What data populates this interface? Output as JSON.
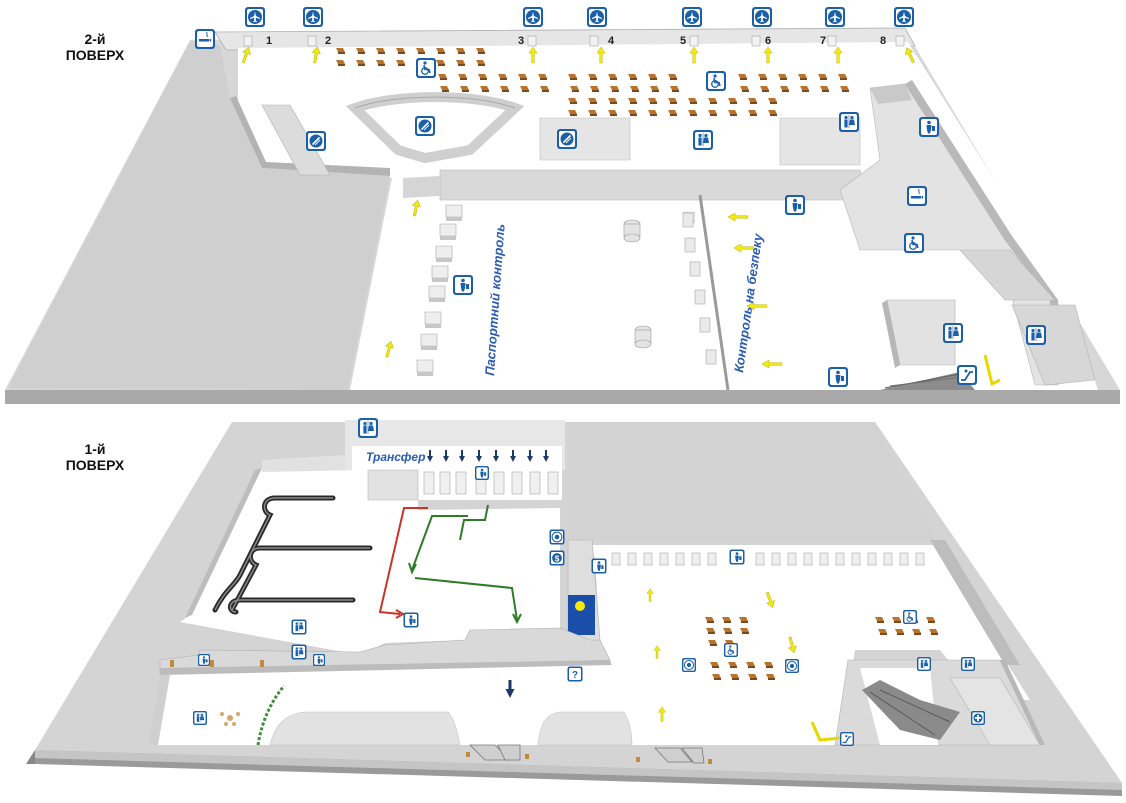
{
  "floors": {
    "second": {
      "label_line1": "2-й",
      "label_line2": "ПОВЕРХ",
      "passport_control": "Паспортний контроль",
      "security_control": "Контроль на безпеку",
      "gates": [
        {
          "number": "1",
          "icon": "airplane-icon"
        },
        {
          "number": "2",
          "icon": "airplane-icon"
        },
        {
          "number": "3",
          "icon": "airplane-icon"
        },
        {
          "number": "4",
          "icon": "airplane-icon"
        },
        {
          "number": "5",
          "icon": "airplane-icon"
        },
        {
          "number": "6",
          "icon": "airplane-icon"
        },
        {
          "number": "7",
          "icon": "airplane-icon"
        },
        {
          "number": "8",
          "icon": "airplane-icon"
        }
      ],
      "service_icons": [
        "no-smoking-icon",
        "restaurant-icon",
        "toilets-icon",
        "disabled-access-icon",
        "police-icon",
        "escalator-icon",
        "baggage-icon"
      ]
    },
    "first": {
      "label_line1": "1-й",
      "label_line2": "ПОВЕРХ",
      "transfer": "Трансфер",
      "service_icons": [
        "toilets-icon",
        "currency-exchange-icon",
        "atm-icon",
        "information-icon",
        "first-aid-icon",
        "baggage-claim-icon",
        "disabled-access-icon"
      ]
    }
  },
  "colors": {
    "floor": "#ffffff",
    "wall_top": "#e3e3e3",
    "wall_side": "#bdbdbd",
    "wall_dark": "#9a9a9a",
    "ground": "#d4d4d4",
    "icon_blue": "#1b5fa8",
    "text_blue": "#2a5cb5",
    "arrow_yellow": "#f3ea12",
    "seat_brown": "#b8742f",
    "route_red": "#c8342a",
    "route_green": "#2e7b28",
    "arrow_navy": "#1b3a6a"
  }
}
